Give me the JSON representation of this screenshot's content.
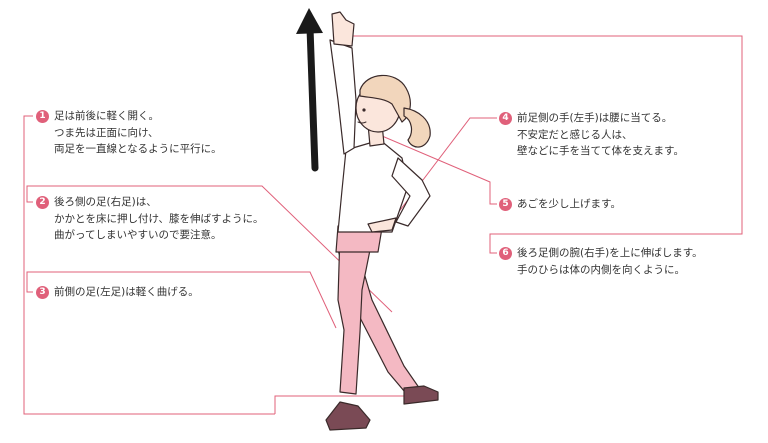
{
  "colors": {
    "accent": "#e0607a",
    "pants": "#f4b9c3",
    "pants_shadow": "#e89aa8",
    "sweater": "#ffffff",
    "hair": "#f2d6bc",
    "skin": "#fbe6dc",
    "shoe": "#7a4a55",
    "outline": "#3a2a2a",
    "arrow": "#1a1a1a"
  },
  "notes": [
    {
      "num": "1",
      "lines": [
        "足は前後に軽く開く。",
        "つま先は正面に向け、",
        "両足を一直線となるように平行に。"
      ]
    },
    {
      "num": "2",
      "lines": [
        "後ろ側の足(右足)は、",
        "かかとを床に押し付け、膝を伸ばすように。",
        "曲がってしまいやすいので要注意。"
      ]
    },
    {
      "num": "3",
      "lines": [
        "前側の足(左足)は軽く曲げる。"
      ]
    },
    {
      "num": "4",
      "lines": [
        "前足側の手(左手)は腰に当てる。",
        "不安定だと感じる人は、",
        "壁などに手を当てて体を支えます。"
      ]
    },
    {
      "num": "5",
      "lines": [
        "あごを少し上げます。"
      ]
    },
    {
      "num": "6",
      "lines": [
        "後ろ足側の腕(右手)を上に伸ばします。",
        "手のひらは体の内側を向くように。"
      ]
    }
  ]
}
